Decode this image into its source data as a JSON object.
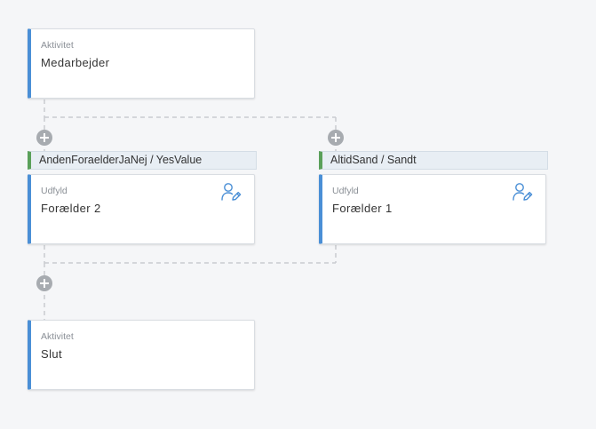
{
  "nodes": {
    "start": {
      "kind": "Aktivitet",
      "title": "Medarbejder"
    },
    "branch_left": {
      "condition": "AndenForaelderJaNej / YesValue",
      "kind": "Udfyld",
      "title": "Forælder 2",
      "icon": "user-edit-icon"
    },
    "branch_right": {
      "condition": "AltidSand / Sandt",
      "kind": "Udfyld",
      "title": "Forælder 1",
      "icon": "user-edit-icon"
    },
    "end": {
      "kind": "Aktivitet",
      "title": "Slut"
    }
  },
  "colors": {
    "activity_accent": "#4a8fd6",
    "condition_accent": "#5aa05a",
    "connector": "#c9ccd0",
    "add_button": "#a7abb0"
  }
}
